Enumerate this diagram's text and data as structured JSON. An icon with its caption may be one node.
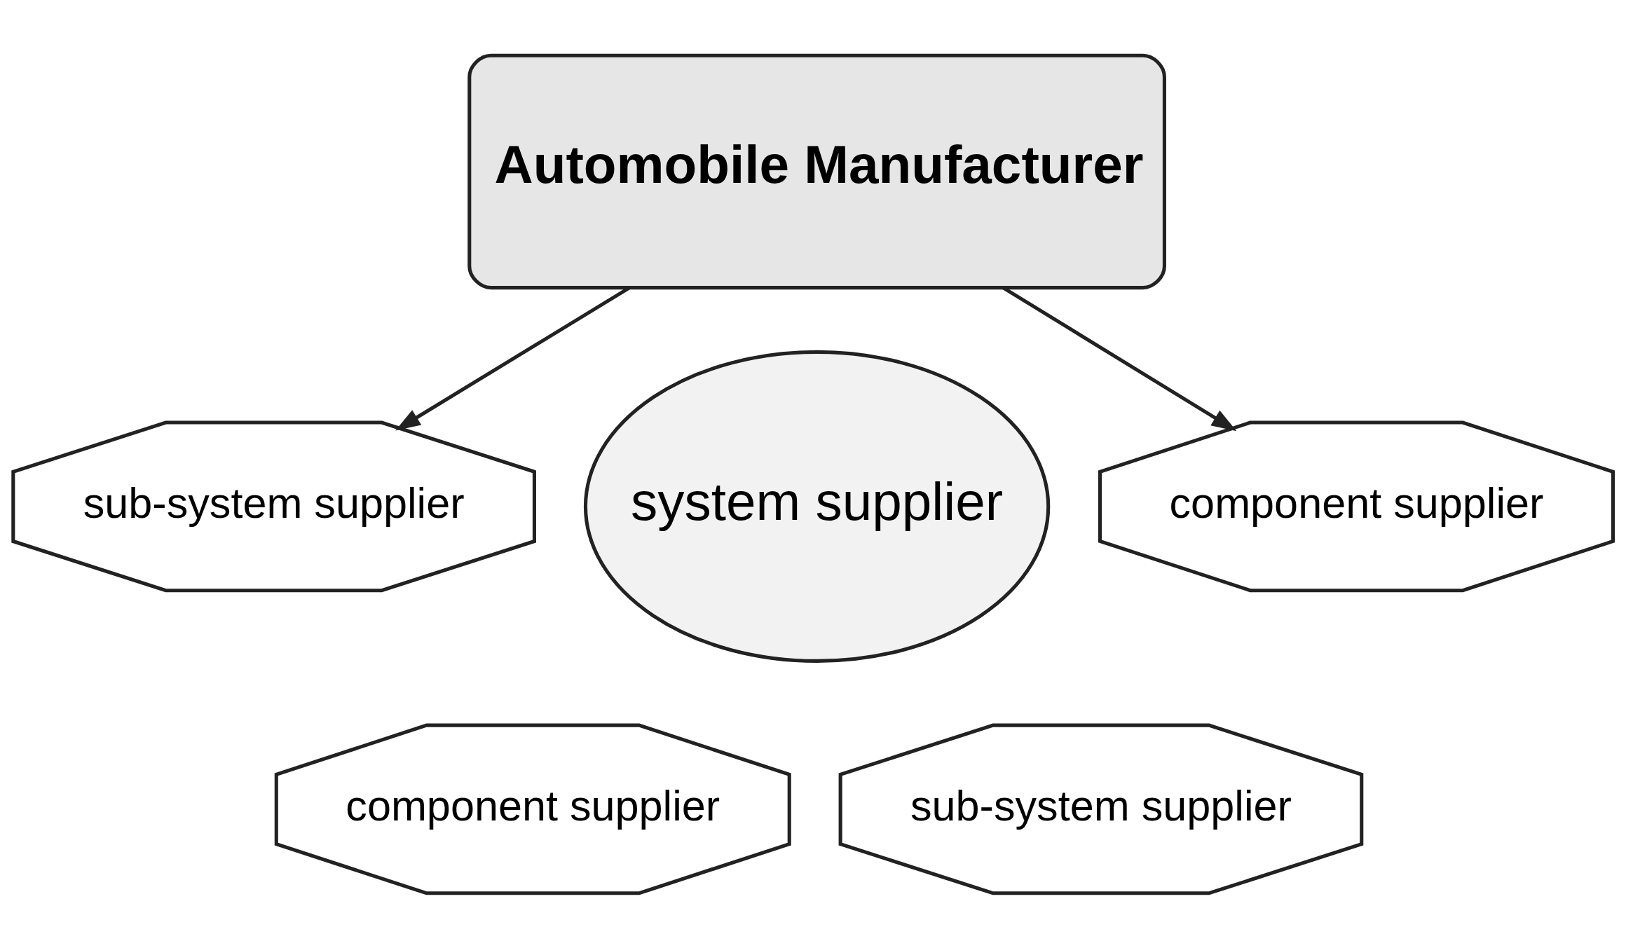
{
  "diagram": {
    "nodes": [
      {
        "text": [
          "Automobile Manufacturer"
        ]
      },
      {
        "text": [
          "system supplier"
        ]
      },
      {
        "text": [
          "sub-system supplier"
        ]
      },
      {
        "text": [
          "component supplier"
        ]
      },
      {
        "text": [
          "component supplier"
        ]
      },
      {
        "text": [
          "sub-system supplier"
        ]
      }
    ],
    "edges": [
      {
        "from": 0,
        "to": 2,
        "arrow": "to"
      },
      {
        "from": 0,
        "to": 3,
        "arrow": "to"
      }
    ]
  }
}
